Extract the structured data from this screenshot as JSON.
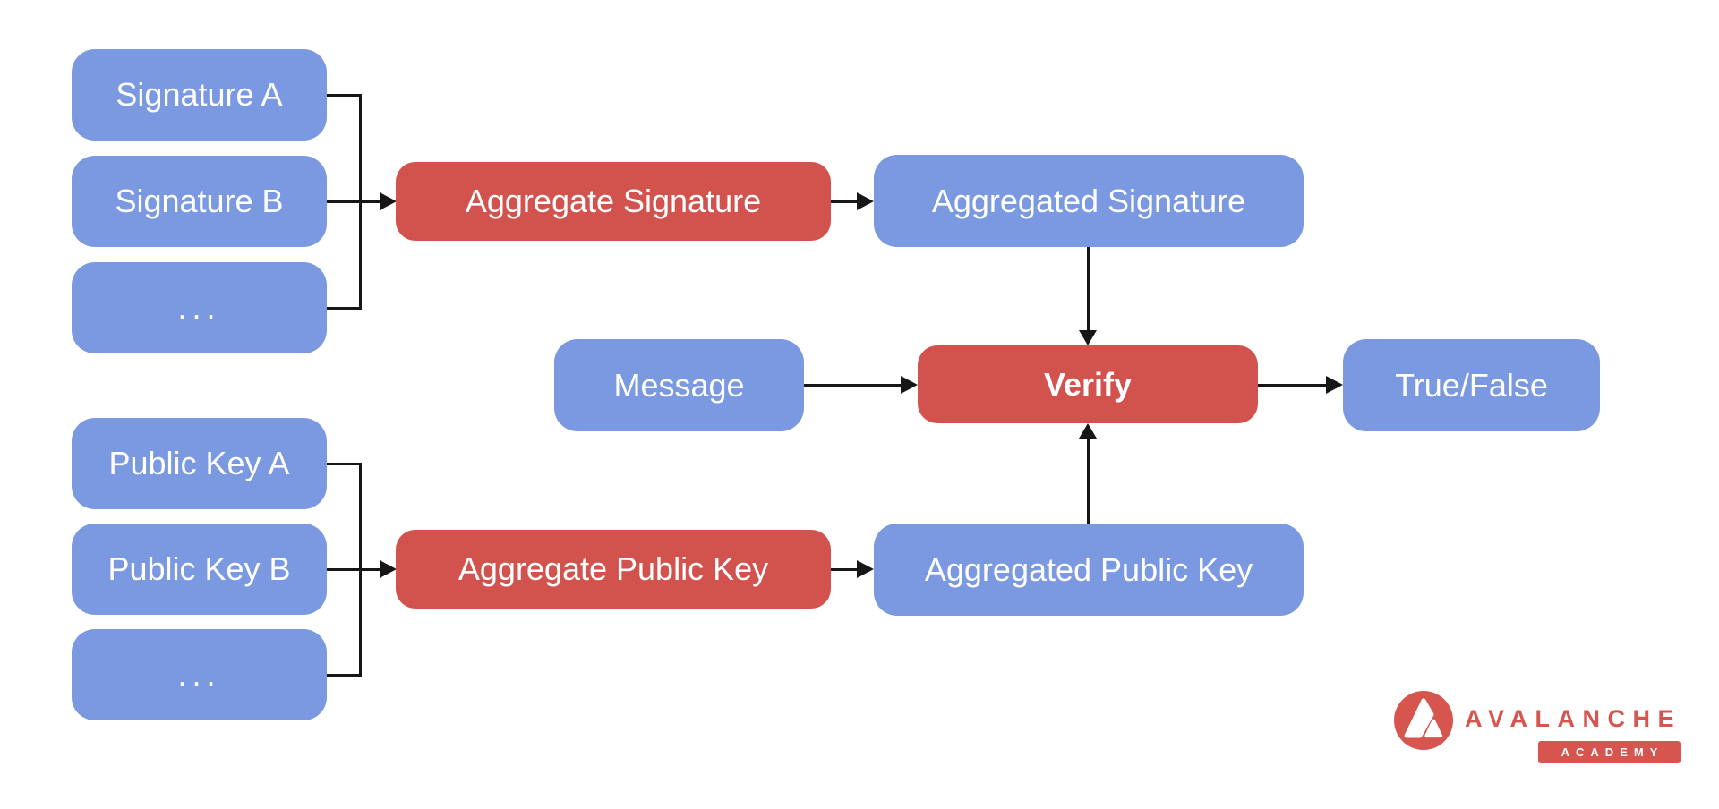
{
  "nodes": {
    "signature_a": "Signature A",
    "signature_b": "Signature B",
    "signature_ellipsis": "...",
    "aggregate_signature": "Aggregate Signature",
    "aggregated_signature": "Aggregated Signature",
    "message": "Message",
    "verify": "Verify",
    "true_false": "True/False",
    "public_key_a": "Public Key A",
    "public_key_b": "Public Key B",
    "public_key_ellipsis": "...",
    "aggregate_public_key": "Aggregate Public Key",
    "aggregated_public_key": "Aggregated Public Key"
  },
  "colors": {
    "input_box_blue": "#7B99E0",
    "process_box_red": "#D2524D",
    "connector_black": "#161616",
    "logo_red": "#D6564F",
    "text_white": "#FFFFFF"
  },
  "logo": {
    "brand": "AVALANCHE",
    "badge": "ACADEMY"
  }
}
